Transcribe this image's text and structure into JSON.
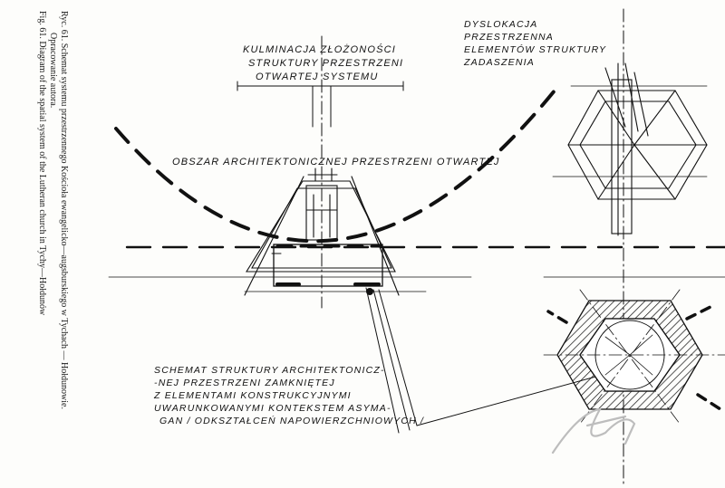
{
  "caption": {
    "line1": "Ryc. 61.  Schemat systemu przestrzennego Kościoła ewangelicko—augsburskiego w Tychach — Hołdunowie.",
    "line2": "Opracowanie autora.",
    "line3": "Fig. 61. Diagram of the spatial system of the Lutheran church in Tychy—Hołdunów"
  },
  "labels": {
    "culmination": [
      "KULMINACJA ZŁOŻONOŚCI",
      "STRUKTURY PRZESTRZENI",
      "OTWARTEJ SYSTEMU"
    ],
    "open_area": "OBSZAR  ARCHITEKTONICZNEJ PRZESTRZENI OTWARTEJ",
    "dislocation": [
      "DYSLOKACJA",
      "PRZESTRZENNA",
      "ELEMENTÓW STRUKTURY",
      "ZADASZENIA"
    ],
    "scheme": [
      "SCHEMAT  STRUKTURY ARCHITEKTONICZ-",
      "-NEJ  PRZESTRZENI  ZAMKNIĘTEJ",
      "Z ELEMENTAMI KONSTRUKCYJNYMI",
      "UWARUNKOWANYMI KONTEKSTEM ASYMA-",
      "GAN / ODKSZTAŁCEŃ NAPOWIERZCHNIOWYCH /"
    ]
  },
  "colors": {
    "ink": "#111111",
    "paper": "#fdfdfb",
    "signature": "#bdbdbd"
  }
}
